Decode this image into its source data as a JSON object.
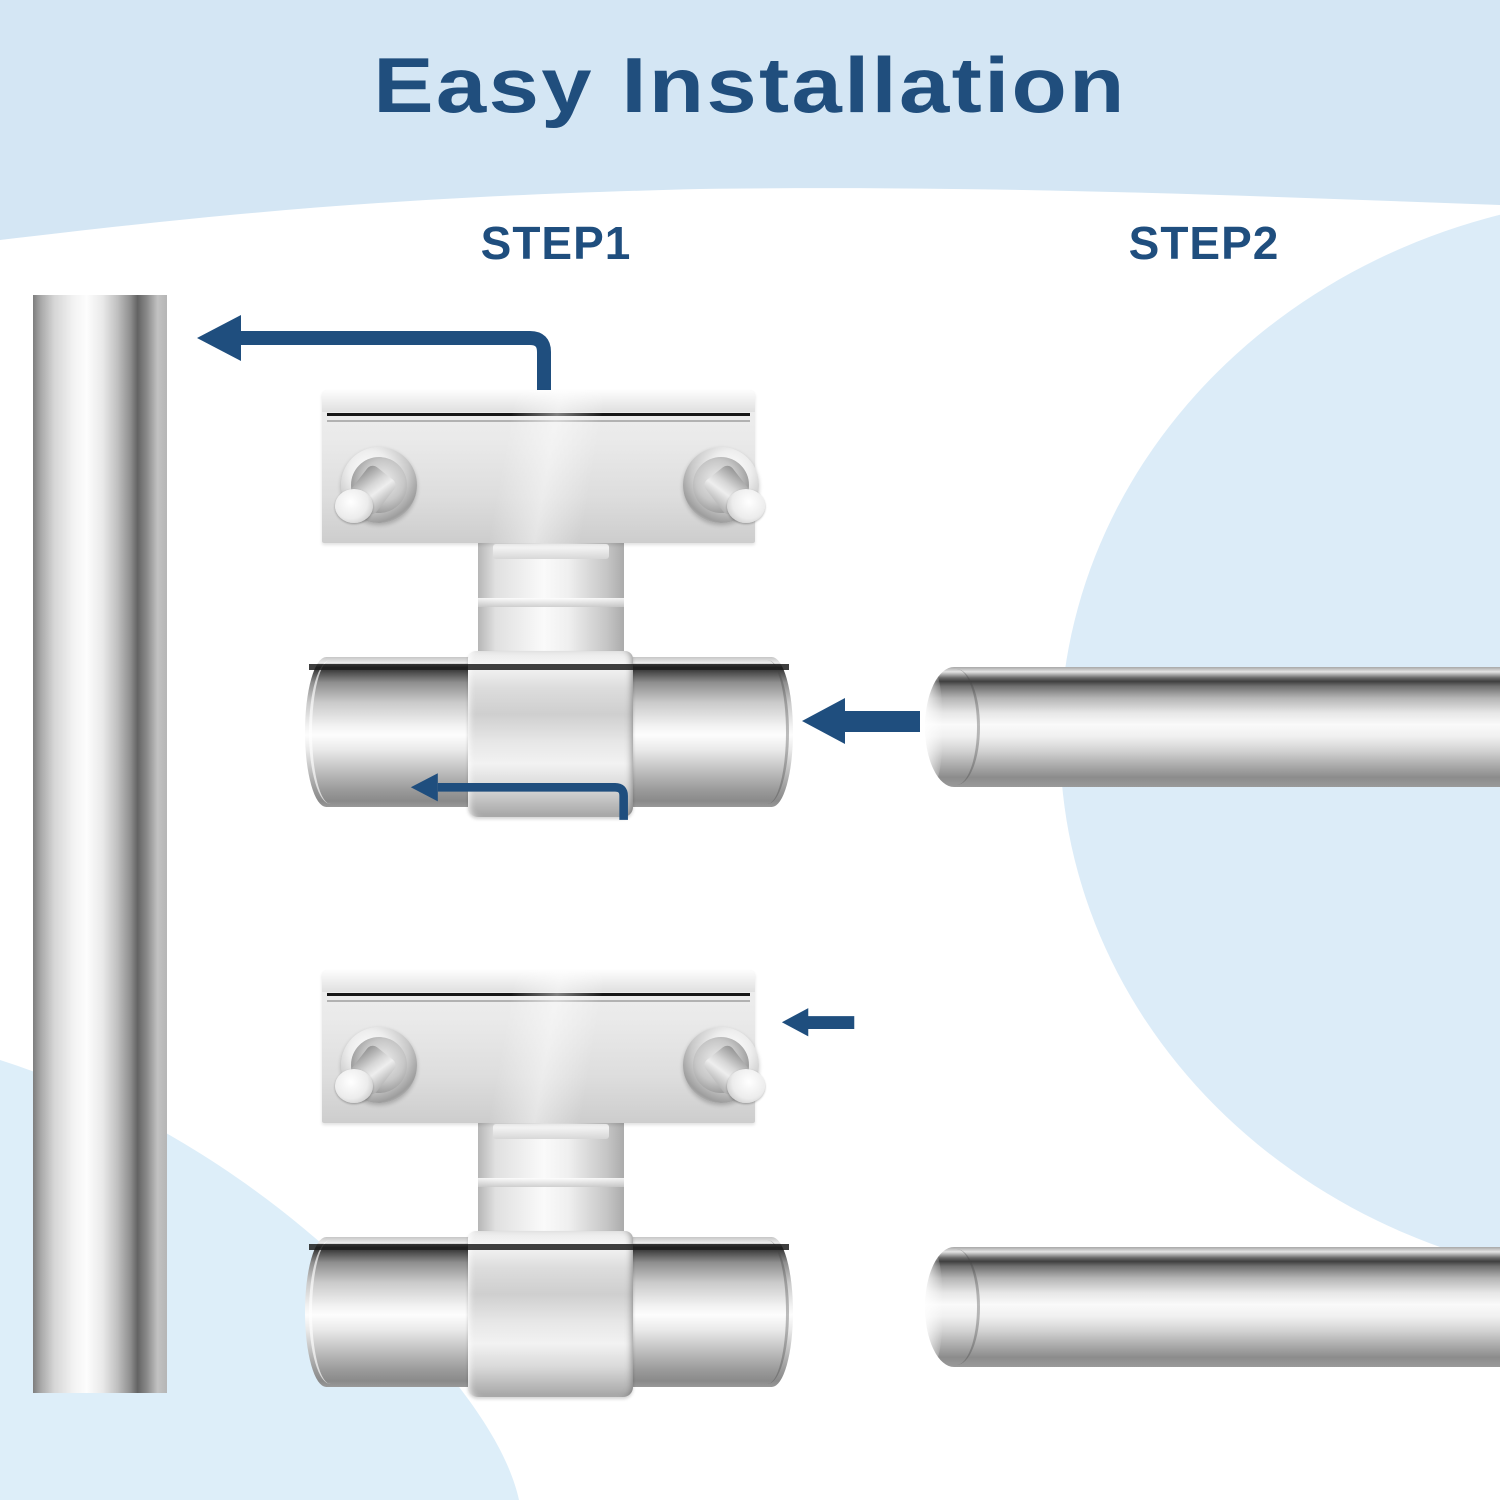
{
  "title": "Easy Installation",
  "steps": [
    {
      "label": "STEP1"
    },
    {
      "label": "STEP2"
    }
  ],
  "colors": {
    "accent": "#1f4e7e",
    "title-color": "#204e7d",
    "band": "#d4e6f4",
    "circle": "#dcecf8",
    "blob": "#ddeef9",
    "bg": "#ffffff"
  },
  "icons": {
    "pull_out_arrow": "elbow-left-arrow-icon",
    "insert_arrow": "left-arrow-icon"
  }
}
